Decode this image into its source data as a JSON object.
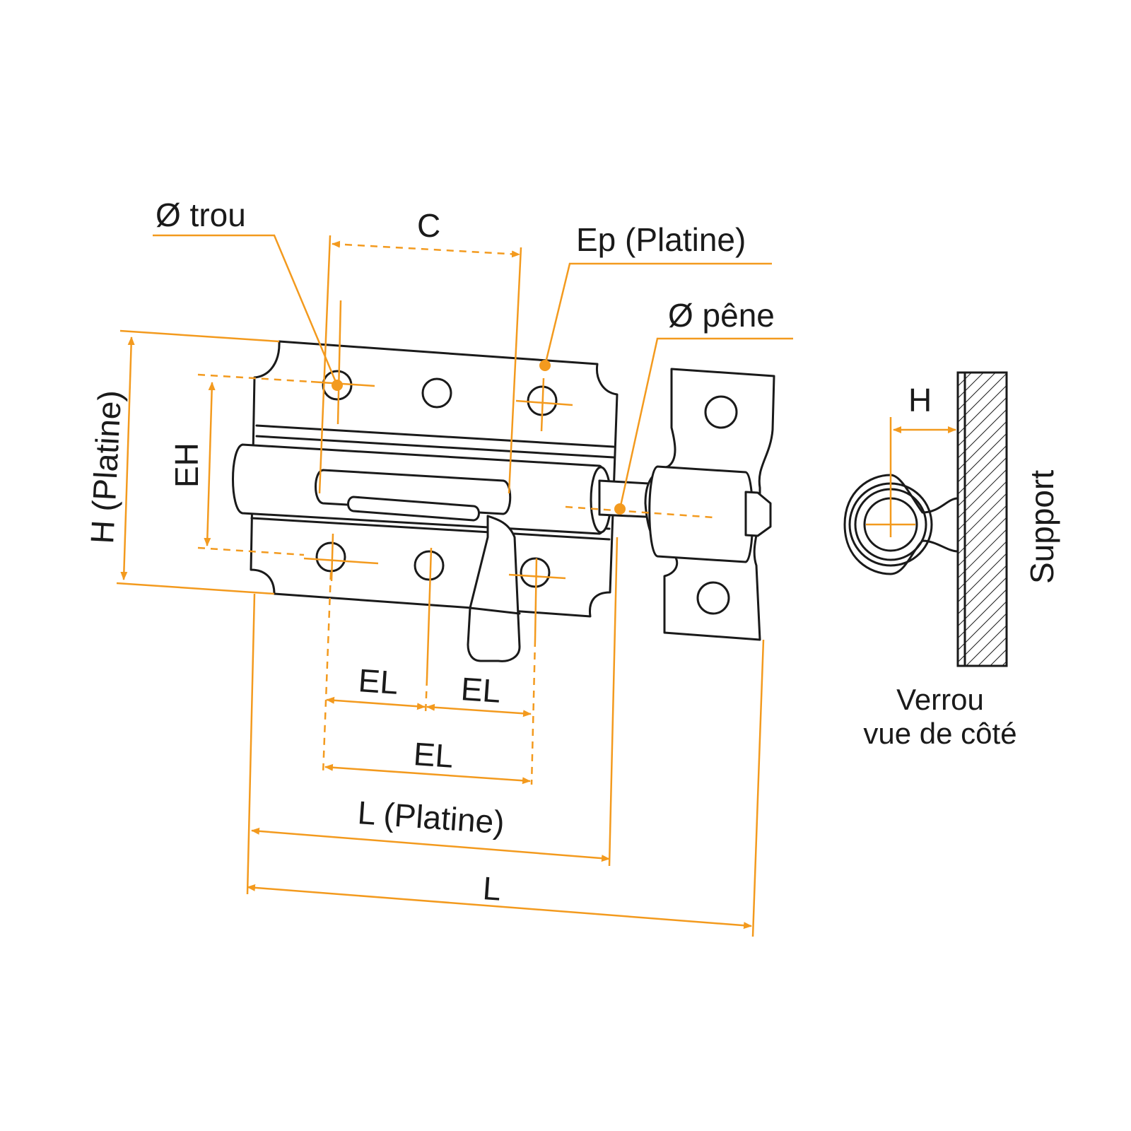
{
  "accent_color": "#f39a1e",
  "line_color": "#1a1a1a",
  "labels": {
    "hole_diameter": "Ø trou",
    "center_spacing": "C",
    "plate_thickness": "Ep (Platine)",
    "bolt_diameter": "Ø pêne",
    "plate_height": "H (Platine)",
    "hole_height_spacing": "EH",
    "hole_length_spacing_left": "EL",
    "hole_length_spacing_right": "EL",
    "hole_length_spacing_total": "EL",
    "plate_length": "L (Platine)",
    "total_length": "L"
  },
  "side_view": {
    "height_label": "H",
    "support_label": "Support",
    "caption_line1": "Verrou",
    "caption_line2": "vue de côté"
  }
}
